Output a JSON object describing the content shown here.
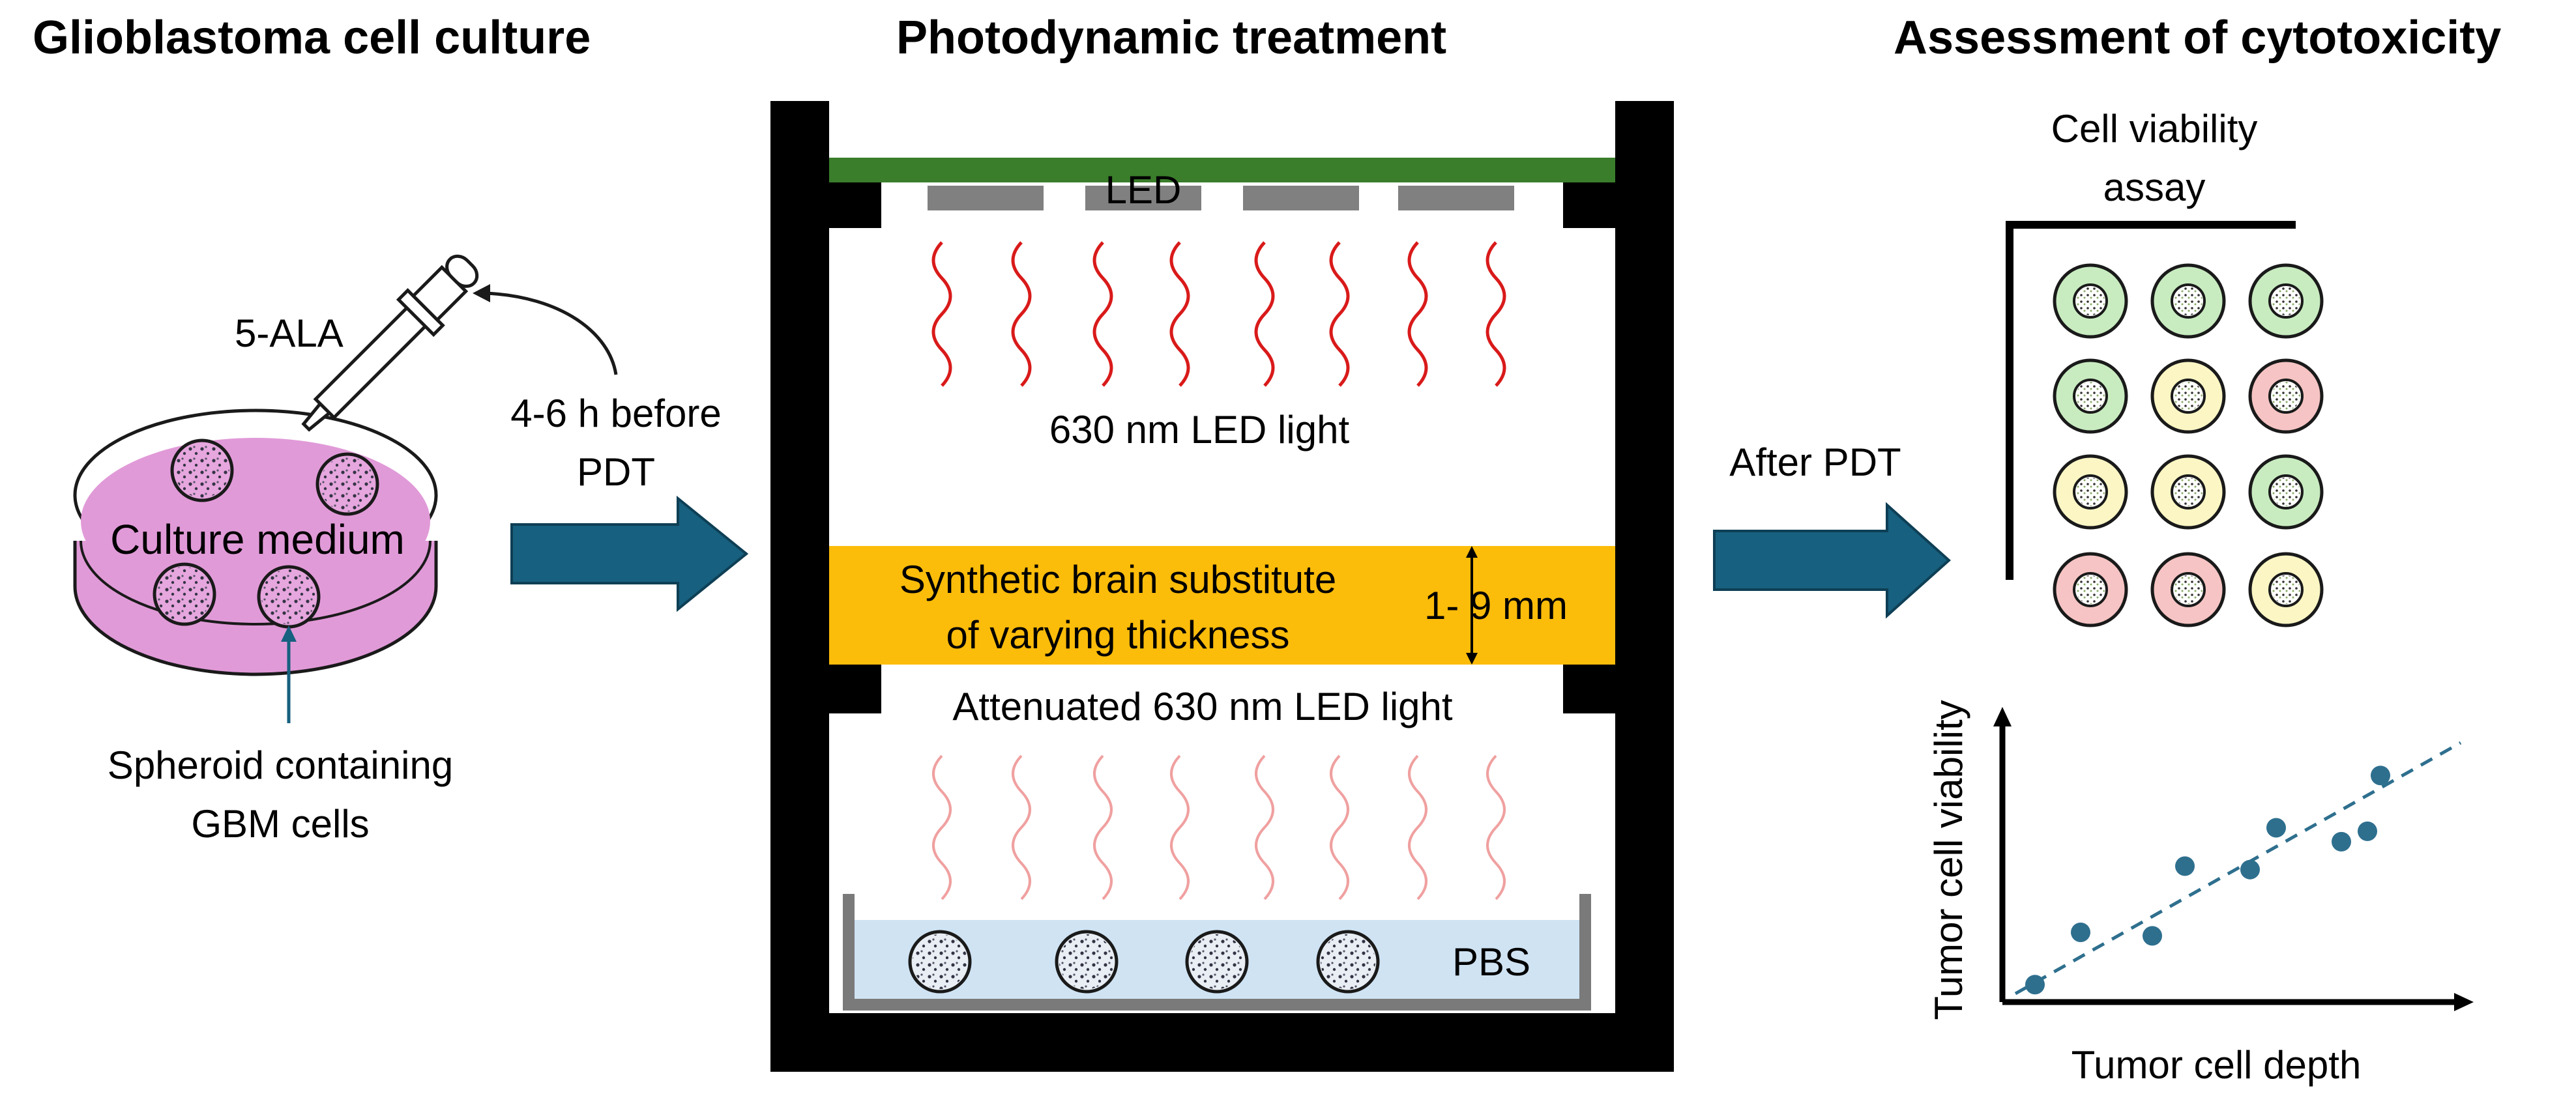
{
  "titles": {
    "left": "Glioblastoma cell culture",
    "middle": "Photodynamic treatment",
    "right": "Assessment of cytotoxicity"
  },
  "left": {
    "reagent": "5-ALA",
    "timing_line1": "4-6 h before",
    "timing_line2": "PDT",
    "dish_label": "Culture medium",
    "spheroid_line1": "Spheroid containing",
    "spheroid_line2": "GBM cells"
  },
  "middle": {
    "led": "LED",
    "light": "630 nm LED light",
    "substitute_line1": "Synthetic brain substitute",
    "substitute_line2": "of varying thickness",
    "thickness": "1- 9 mm",
    "attenuated": "Attenuated 630 nm LED light",
    "buffer": "PBS"
  },
  "right": {
    "after": "After PDT",
    "assay_line1": "Cell viability",
    "assay_line2": "assay",
    "wells": [
      [
        "green",
        "green",
        "green"
      ],
      [
        "green",
        "yellow",
        "red"
      ],
      [
        "yellow",
        "yellow",
        "green"
      ],
      [
        "red",
        "red",
        "yellow"
      ]
    ]
  },
  "chart_data": {
    "type": "scatter",
    "xlabel": "Tumor cell depth",
    "ylabel": "Tumor cell viability",
    "trendline": "dashed linear fit",
    "points": [
      {
        "x": 0.5,
        "y": 0.5
      },
      {
        "x": 1.2,
        "y": 2.0
      },
      {
        "x": 2.3,
        "y": 1.9
      },
      {
        "x": 2.8,
        "y": 3.9
      },
      {
        "x": 3.8,
        "y": 3.8
      },
      {
        "x": 4.2,
        "y": 5.0
      },
      {
        "x": 5.2,
        "y": 4.6
      },
      {
        "x": 5.6,
        "y": 4.9
      },
      {
        "x": 5.8,
        "y": 6.5
      }
    ]
  },
  "colors": {
    "arrow": "#17607f",
    "dish": "#e19ad8",
    "led_bar": "#3a7d2b",
    "led_chip": "#808080",
    "light_red": "#d91a1a",
    "light_attenuated": "#f0a0a0",
    "substitute": "#fcbc0a",
    "pbs": "#cfe3f3",
    "point": "#2e6f8e",
    "well_green": "#c8ecc0",
    "well_yellow": "#fbf6c4",
    "well_red": "#f6c4c4"
  }
}
